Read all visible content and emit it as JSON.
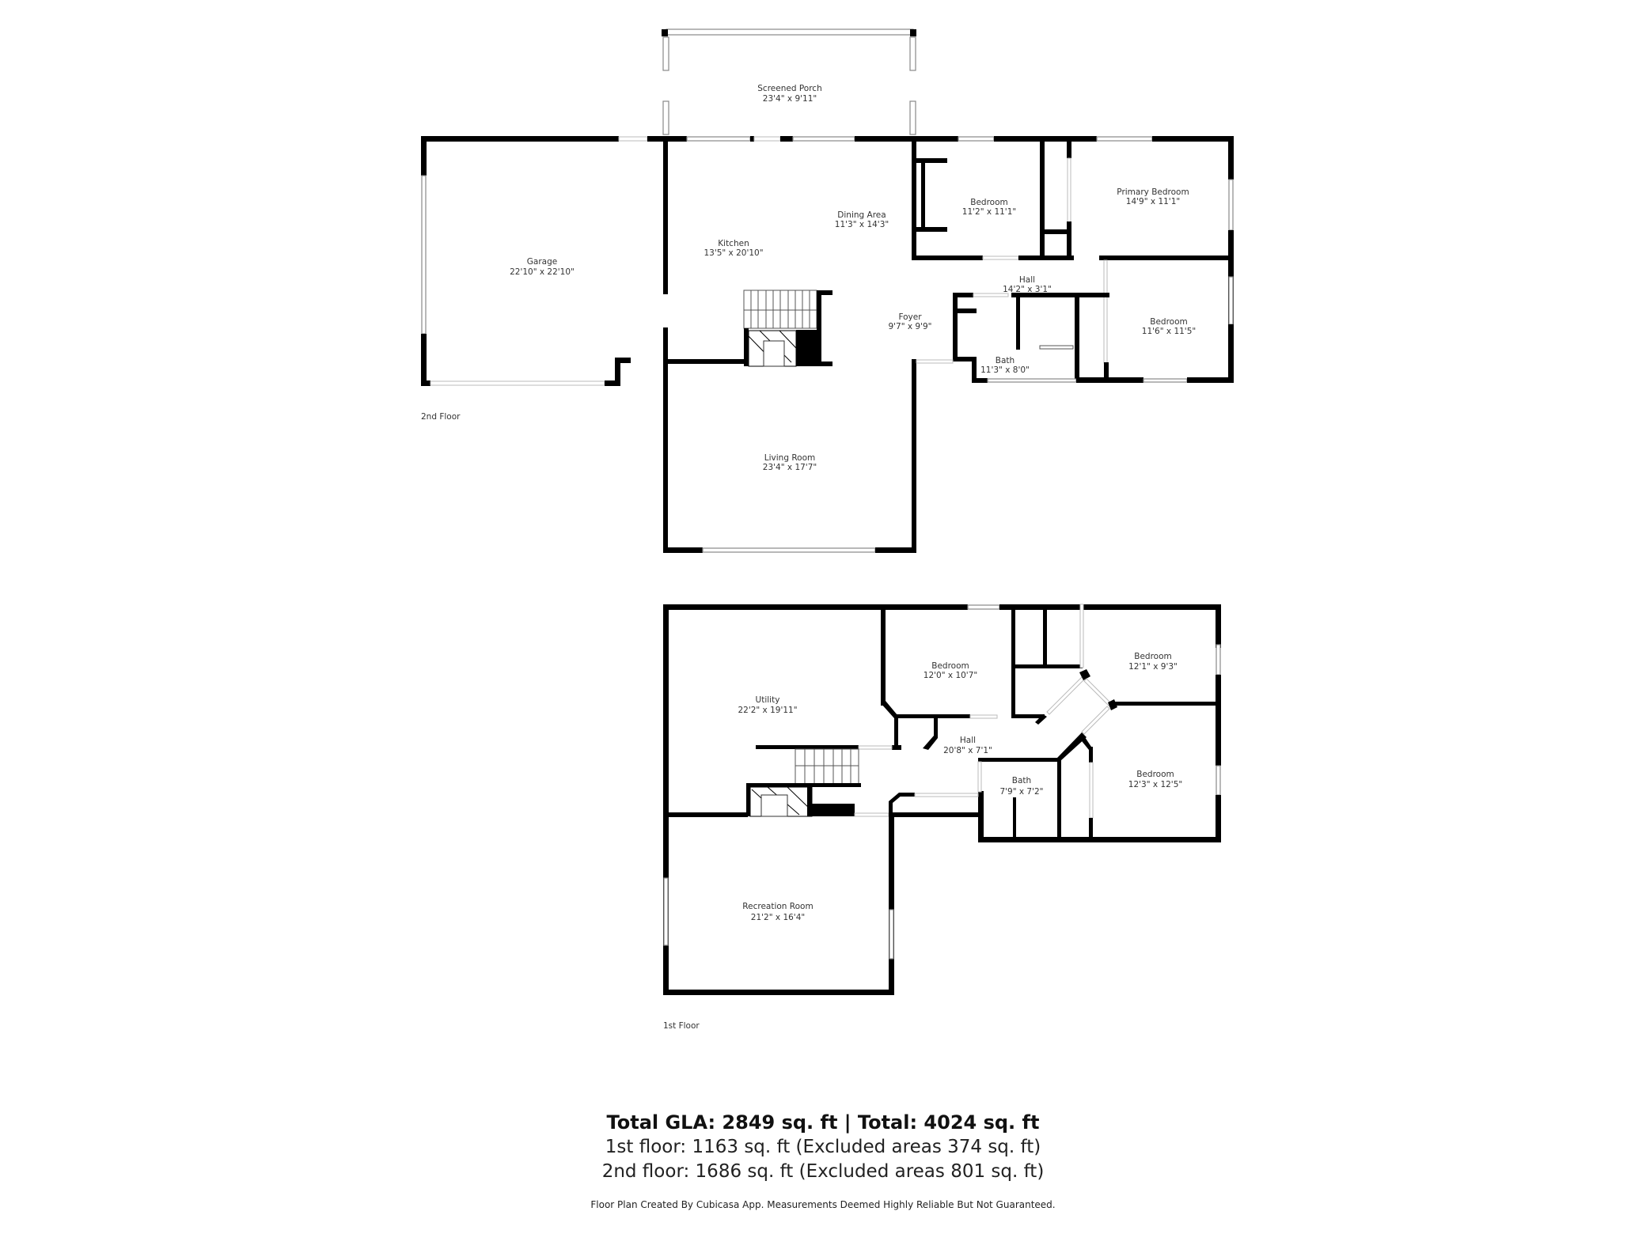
{
  "floors": {
    "upper": {
      "label": "2nd Floor",
      "rooms": [
        {
          "name": "Screened Porch",
          "dims": "23'4\" x 9'11\""
        },
        {
          "name": "Garage",
          "dims": "22'10\" x 22'10\""
        },
        {
          "name": "Kitchen",
          "dims": "13'5\" x 20'10\""
        },
        {
          "name": "Dining Area",
          "dims": "11'3\" x 14'3\""
        },
        {
          "name": "Bedroom",
          "dims": "11'2\" x 11'1\""
        },
        {
          "name": "Primary Bedroom",
          "dims": "14'9\" x 11'1\""
        },
        {
          "name": "Hall",
          "dims": "14'2\" x 3'1\""
        },
        {
          "name": "Foyer",
          "dims": "9'7\" x 9'9\""
        },
        {
          "name": "Bath",
          "dims": "11'3\" x 8'0\""
        },
        {
          "name": "Bedroom",
          "dims": "11'6\" x 11'5\""
        },
        {
          "name": "Living Room",
          "dims": "23'4\" x 17'7\""
        }
      ]
    },
    "lower": {
      "label": "1st Floor",
      "rooms": [
        {
          "name": "Utility",
          "dims": "22'2\" x 19'11\""
        },
        {
          "name": "Bedroom",
          "dims": "12'0\" x 10'7\""
        },
        {
          "name": "Bedroom",
          "dims": "12'1\" x 9'3\""
        },
        {
          "name": "Hall",
          "dims": "20'8\" x 7'1\""
        },
        {
          "name": "Bath",
          "dims": "7'9\" x 7'2\""
        },
        {
          "name": "Bedroom",
          "dims": "12'3\" x 12'5\""
        },
        {
          "name": "Recreation Room",
          "dims": "21'2\" x 16'4\""
        }
      ]
    }
  },
  "summary": {
    "title": "Total GLA: 2849 sq. ft | Total: 4024 sq. ft",
    "line1": "1st floor: 1163 sq. ft (Excluded areas 374 sq. ft)",
    "line2": "2nd floor: 1686 sq. ft (Excluded areas 801 sq. ft)",
    "footer": "Floor Plan Created By Cubicasa App. Measurements Deemed Highly Reliable But Not Guaranteed."
  },
  "colors": {
    "wall": "#000000",
    "background": "#ffffff",
    "text": "#333333"
  }
}
